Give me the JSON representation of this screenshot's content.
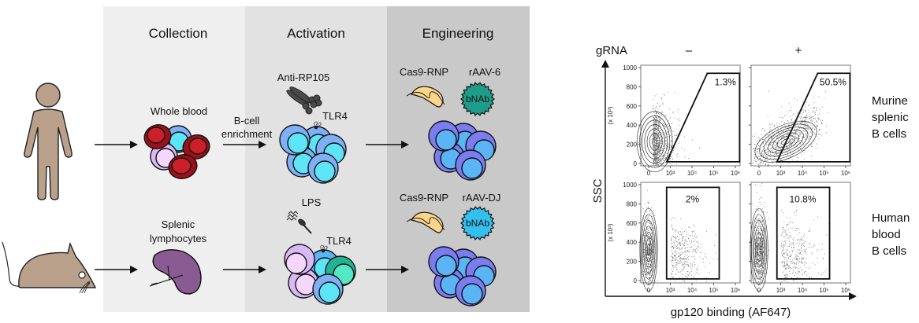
{
  "colors": {
    "panel_collection": "#efefef",
    "panel_activation": "#e2e2e2",
    "panel_engineering": "#c9c9c9",
    "figure_tan": "#b8a08a",
    "rbc_red": "#cc1f2a",
    "rbc_dark": "#9c1119",
    "bcell_outer": "#7fb0f5",
    "bcell_inner": "#5ee4f7",
    "engineered_outer": "#7a7cf0",
    "engineered_inner": "#5ab4f5",
    "pink_outer": "#d9b9f5",
    "pink_inner": "#f6d6fb",
    "green_outer": "#21b394",
    "green_inner": "#55e8c4",
    "spleen": "#8a5a93",
    "cas9": "#fbd58b",
    "aav6": "#1e9e8a",
    "aavdj": "#34c0ee",
    "antibody": "#4a4a4a"
  },
  "diagram": {
    "stages": [
      {
        "label": "Collection"
      },
      {
        "label": "Activation"
      },
      {
        "label": "Engineering"
      }
    ],
    "top_row": {
      "source": "human",
      "sample_label": "Whole blood",
      "enrichment_label_1": "B-cell",
      "enrichment_label_2": "enrichment",
      "stimulus_label": "Anti-RP105",
      "receptor_label": "TLR4",
      "cas9_label": "Cas9-RNP",
      "vector_label": "rAAV-6",
      "payload_label": "bNAb"
    },
    "bottom_row": {
      "source": "mouse",
      "sample_label_1": "Splenic",
      "sample_label_2": "lymphocytes",
      "stimulus_label": "LPS",
      "receptor_label": "TLR4",
      "cas9_label": "Cas9-RNP",
      "vector_label": "rAAV-DJ",
      "payload_label": "bNAb"
    }
  },
  "flow": {
    "column_header": "gRNA",
    "columns": [
      "–",
      "+"
    ],
    "rows": [
      {
        "label_lines": [
          "Murine",
          "splenic",
          "B cells"
        ]
      },
      {
        "label_lines": [
          "Human",
          "blood",
          "B cells"
        ]
      }
    ],
    "y_axis_label": "SSC",
    "y_unit": "(x 10³)",
    "x_axis_label": "gp120 binding (AF647)"
  },
  "chart_data": {
    "type": "scatter",
    "title": "",
    "xlabel": "gp120 binding (AF647)",
    "ylabel": "SSC",
    "x_scale": "biexponential",
    "x_tick_labels": [
      "0",
      "10³",
      "10⁴",
      "10⁵",
      "10⁶"
    ],
    "y_tick_labels": [
      "0",
      "200",
      "400",
      "600",
      "800",
      "1000"
    ],
    "y_unit": "(x 10³)",
    "ylim": [
      0,
      1000
    ],
    "panels": [
      {
        "row": "Murine splenic B cells",
        "gRNA": "–",
        "gate_shape": "trapezoid",
        "gate_percent": "1.3%"
      },
      {
        "row": "Murine splenic B cells",
        "gRNA": "+",
        "gate_shape": "trapezoid",
        "gate_percent": "50.5%"
      },
      {
        "row": "Human blood B cells",
        "gRNA": "–",
        "gate_shape": "rectangle",
        "gate_percent": "2%"
      },
      {
        "row": "Human blood B cells",
        "gRNA": "+",
        "gate_shape": "rectangle",
        "gate_percent": "10.8%"
      }
    ]
  }
}
